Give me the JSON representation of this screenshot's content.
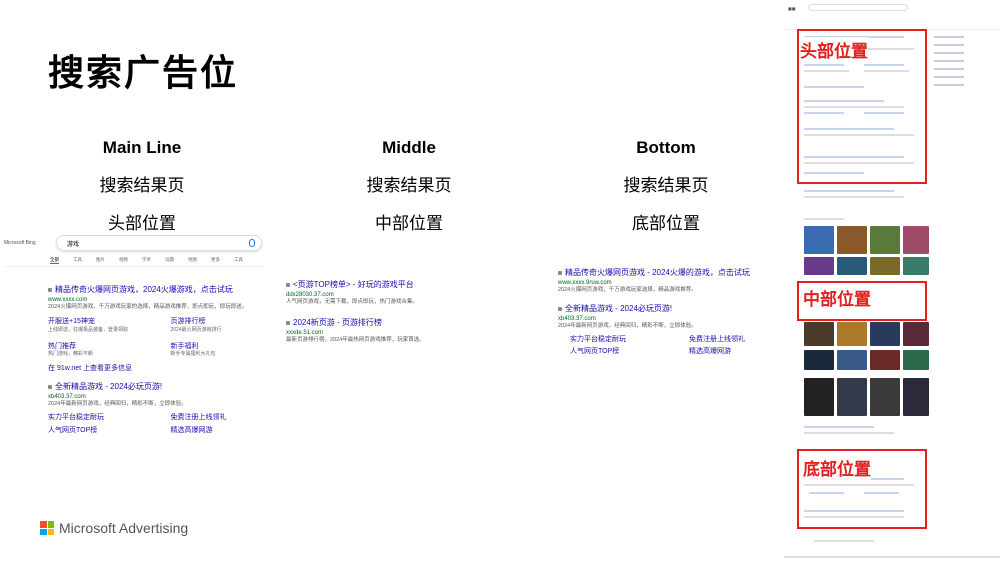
{
  "title": "搜索广告位",
  "columns": [
    {
      "en": "Main Line",
      "zh1": "搜索结果页",
      "zh2": "头部位置"
    },
    {
      "en": "Middle",
      "zh1": "搜索结果页",
      "zh2": "中部位置"
    },
    {
      "en": "Bottom",
      "zh1": "搜索结果页",
      "zh2": "底部位置"
    }
  ],
  "mainline": {
    "logo": "Microsoft Bing",
    "query": "游戏",
    "tabs": [
      "全部",
      "工具",
      "图片",
      "视频",
      "学术",
      "词典",
      "地图",
      "更多",
      "工具"
    ],
    "ad1": {
      "title": "精品传奇火爆网页游戏，2024火爆游戏，点击试玩",
      "url": "www.xxxx.com",
      "desc": "2024火爆网页游戏，千万游戏玩家的选择，精品游戏推荐，即点即玩，即玩即送。",
      "sitelinks": [
        {
          "t": "开服送+15神宠",
          "d": "上线即送，狂爆极品装备，登录领取"
        },
        {
          "t": "页游排行榜",
          "d": "2024最火网页游戏排行"
        },
        {
          "t": "热门推荐",
          "d": "热门游戏，精彩不断"
        },
        {
          "t": "新手福利",
          "d": "新手专属福利大礼包"
        }
      ],
      "more": "在 91w.net 上查看更多信息"
    },
    "ad2": {
      "title": "全新精品游戏 - 2024必玩页游!",
      "url": "xb403.37.com",
      "desc": "2024年最新网页游戏，经典回归，精彩不断，立即体验。",
      "links": [
        "实力平台稳定耐玩",
        "免费注册上线领礼",
        "人气网页TOP榜",
        "精选高爆网游"
      ]
    }
  },
  "middle": {
    "ad1": {
      "title": "<页游TOP榜单> - 好玩的游戏平台",
      "url": "ddx28030.37.com",
      "desc": "人气网页游戏，无需下载，即点即玩，热门游戏合集。"
    },
    "ad2": {
      "title": "2024新页游 - 页游排行榜",
      "url": "xxxde.51.com",
      "desc": "最新页游排行榜，2024年最热网页游戏推荐，玩家首选。"
    }
  },
  "bottom": {
    "ad1": {
      "title": "精品传奇火爆网页游戏 - 2024火爆的游戏，点击试玩",
      "url": "www.xxxx.9ruw.com",
      "desc": "2024火爆网页游戏，千万游戏玩家选择，精品游戏推荐。"
    },
    "ad2": {
      "title": "全新精品游戏 - 2024必玩页游!",
      "url": "xb403.37.com",
      "desc": "2024年最新网页游戏，经典回归，精彩不断，立即体验。",
      "links": [
        "实力平台稳定耐玩",
        "免费注册上线领礼",
        "人气网页TOP榜",
        "精选高爆网游"
      ]
    }
  },
  "labels": {
    "head": "头部位置",
    "mid": "中部位置",
    "bot": "底部位置"
  },
  "footer": {
    "brand": "Microsoft Advertising"
  },
  "colors": {
    "accent": "#e32020",
    "ms_red": "#f25022",
    "ms_green": "#7fba00",
    "ms_blue": "#00a4ef",
    "ms_yellow": "#ffb900"
  }
}
